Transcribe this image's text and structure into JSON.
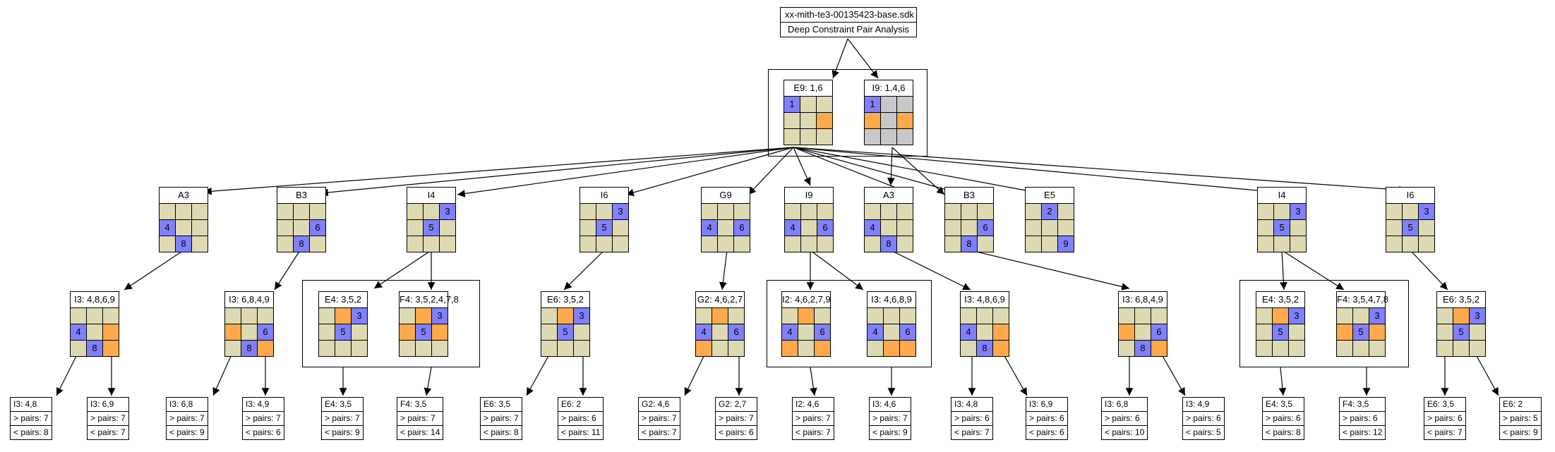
{
  "root": {
    "title": "xx-mith-te3-00135423-base.sdk",
    "subtitle": "Deep Constraint Pair Analysis"
  },
  "colors": {
    "empty": "#ddd9b2",
    "blue": "#8080ff",
    "orange": "#ffa94d",
    "gray": "#c8c8c8"
  },
  "nodes": {
    "e9": {
      "title": "E9: 1,6",
      "cells": [
        "b",
        "e",
        "e",
        "e",
        "e",
        "o",
        "e",
        "e",
        "e"
      ],
      "texts": [
        "1",
        "",
        "",
        "",
        "",
        "",
        "",
        "",
        ""
      ]
    },
    "i9t": {
      "title": "I9: 1,4,6",
      "cells": [
        "b",
        "g",
        "g",
        "o",
        "g",
        "o",
        "g",
        "g",
        "g"
      ],
      "texts": [
        "1",
        "",
        "",
        "",
        "",
        "",
        "",
        "",
        ""
      ]
    },
    "a3a": {
      "title": "A3",
      "cells": [
        "e",
        "e",
        "e",
        "b",
        "e",
        "e",
        "e",
        "b",
        "e"
      ],
      "texts": [
        "",
        "",
        "",
        "4",
        "",
        "",
        "",
        "8",
        ""
      ]
    },
    "b3a": {
      "title": "B3",
      "cells": [
        "e",
        "e",
        "e",
        "e",
        "e",
        "b",
        "e",
        "b",
        "e"
      ],
      "texts": [
        "",
        "",
        "",
        "",
        "",
        "6",
        "",
        "8",
        ""
      ]
    },
    "i4a": {
      "title": "I4",
      "cells": [
        "e",
        "e",
        "b",
        "e",
        "b",
        "e",
        "e",
        "e",
        "e"
      ],
      "texts": [
        "",
        "",
        "3",
        "",
        "5",
        "",
        "",
        "",
        ""
      ]
    },
    "i6a": {
      "title": "I6",
      "cells": [
        "e",
        "e",
        "b",
        "e",
        "b",
        "e",
        "e",
        "e",
        "e"
      ],
      "texts": [
        "",
        "",
        "3",
        "",
        "5",
        "",
        "",
        "",
        ""
      ]
    },
    "g9": {
      "title": "G9",
      "cells": [
        "e",
        "e",
        "e",
        "b",
        "e",
        "b",
        "e",
        "e",
        "e"
      ],
      "texts": [
        "",
        "",
        "",
        "4",
        "",
        "6",
        "",
        "",
        ""
      ]
    },
    "i9": {
      "title": "I9",
      "cells": [
        "e",
        "e",
        "e",
        "b",
        "e",
        "b",
        "e",
        "e",
        "e"
      ],
      "texts": [
        "",
        "",
        "",
        "4",
        "",
        "6",
        "",
        "",
        ""
      ]
    },
    "a3b": {
      "title": "A3",
      "cells": [
        "e",
        "e",
        "e",
        "b",
        "e",
        "e",
        "e",
        "b",
        "e"
      ],
      "texts": [
        "",
        "",
        "",
        "4",
        "",
        "",
        "",
        "8",
        ""
      ]
    },
    "b3b": {
      "title": "B3",
      "cells": [
        "e",
        "e",
        "e",
        "e",
        "e",
        "b",
        "e",
        "b",
        "e"
      ],
      "texts": [
        "",
        "",
        "",
        "",
        "",
        "6",
        "",
        "8",
        ""
      ]
    },
    "e5": {
      "title": "E5",
      "cells": [
        "e",
        "b",
        "e",
        "e",
        "e",
        "e",
        "e",
        "e",
        "b"
      ],
      "texts": [
        "",
        "2",
        "",
        "",
        "",
        "",
        "",
        "",
        "9"
      ]
    },
    "i4b": {
      "title": "I4",
      "cells": [
        "e",
        "e",
        "b",
        "e",
        "b",
        "e",
        "e",
        "e",
        "e"
      ],
      "texts": [
        "",
        "",
        "3",
        "",
        "5",
        "",
        "",
        "",
        ""
      ]
    },
    "i6b": {
      "title": "I6",
      "cells": [
        "e",
        "e",
        "b",
        "e",
        "b",
        "e",
        "e",
        "e",
        "e"
      ],
      "texts": [
        "",
        "",
        "3",
        "",
        "5",
        "",
        "",
        "",
        ""
      ]
    },
    "l1": {
      "title": "I3: 4,8,6,9",
      "cells": [
        "e",
        "e",
        "e",
        "b",
        "e",
        "o",
        "e",
        "b",
        "o"
      ],
      "texts": [
        "",
        "",
        "",
        "4",
        "",
        "",
        "",
        "8",
        ""
      ]
    },
    "l2": {
      "title": "I3: 6,8,4,9",
      "cells": [
        "e",
        "e",
        "e",
        "o",
        "e",
        "b",
        "e",
        "b",
        "o"
      ],
      "texts": [
        "",
        "",
        "",
        "",
        "",
        "6",
        "",
        "8",
        ""
      ]
    },
    "l3": {
      "title": "E4: 3,5,2",
      "cells": [
        "e",
        "o",
        "b",
        "e",
        "b",
        "e",
        "e",
        "e",
        "e"
      ],
      "texts": [
        "",
        "",
        "3",
        "",
        "5",
        "",
        "",
        "",
        ""
      ]
    },
    "l4": {
      "title": "F4: 3,5,2,4,7,8",
      "cells": [
        "e",
        "o",
        "b",
        "o",
        "b",
        "o",
        "e",
        "e",
        "e"
      ],
      "texts": [
        "",
        "",
        "3",
        "",
        "5",
        "",
        "",
        "",
        ""
      ]
    },
    "l5": {
      "title": "E6: 3,5,2",
      "cells": [
        "e",
        "o",
        "b",
        "e",
        "b",
        "e",
        "e",
        "e",
        "e"
      ],
      "texts": [
        "",
        "",
        "3",
        "",
        "5",
        "",
        "",
        "",
        ""
      ]
    },
    "l6": {
      "title": "G2: 4,6,2,7",
      "cells": [
        "e",
        "o",
        "e",
        "b",
        "e",
        "b",
        "o",
        "e",
        "e"
      ],
      "texts": [
        "",
        "",
        "",
        "4",
        "",
        "6",
        "",
        "",
        ""
      ]
    },
    "l7": {
      "title": "I2: 4,6,2,7,9",
      "cells": [
        "e",
        "o",
        "e",
        "b",
        "e",
        "b",
        "o",
        "e",
        "o"
      ],
      "texts": [
        "",
        "",
        "",
        "4",
        "",
        "6",
        "",
        "",
        ""
      ]
    },
    "l8": {
      "title": "I3: 4,6,8,9",
      "cells": [
        "e",
        "e",
        "e",
        "b",
        "e",
        "b",
        "e",
        "o",
        "o"
      ],
      "texts": [
        "",
        "",
        "",
        "4",
        "",
        "6",
        "",
        "",
        ""
      ]
    },
    "l9": {
      "title": "I3: 4,8,6,9",
      "cells": [
        "e",
        "e",
        "e",
        "b",
        "e",
        "o",
        "e",
        "b",
        "o"
      ],
      "texts": [
        "",
        "",
        "",
        "4",
        "",
        "",
        "",
        "8",
        ""
      ]
    },
    "l10": {
      "title": "I3: 6,8,4,9",
      "cells": [
        "e",
        "e",
        "e",
        "o",
        "e",
        "b",
        "e",
        "b",
        "o"
      ],
      "texts": [
        "",
        "",
        "",
        "",
        "",
        "6",
        "",
        "8",
        ""
      ]
    },
    "l11": {
      "title": "E4: 3,5,2",
      "cells": [
        "e",
        "o",
        "b",
        "e",
        "b",
        "e",
        "e",
        "e",
        "e"
      ],
      "texts": [
        "",
        "",
        "3",
        "",
        "5",
        "",
        "",
        "",
        ""
      ]
    },
    "l12": {
      "title": "F4: 3,5,4,7,8",
      "cells": [
        "e",
        "e",
        "b",
        "o",
        "b",
        "o",
        "e",
        "e",
        "e"
      ],
      "texts": [
        "",
        "",
        "3",
        "",
        "5",
        "",
        "",
        "",
        ""
      ]
    },
    "l13": {
      "title": "E6: 3,5,2",
      "cells": [
        "e",
        "o",
        "b",
        "e",
        "b",
        "e",
        "e",
        "e",
        "e"
      ],
      "texts": [
        "",
        "",
        "3",
        "",
        "5",
        "",
        "",
        "",
        ""
      ]
    }
  },
  "results": {
    "r1": {
      "title": "I3: 4,8",
      "more": "> pairs: 7",
      "less": "< pairs: 8"
    },
    "r2": {
      "title": "I3: 6,9",
      "more": "> pairs: 7",
      "less": "< pairs: 7"
    },
    "r3": {
      "title": "I3: 6,8",
      "more": "> pairs: 7",
      "less": "< pairs: 9"
    },
    "r4": {
      "title": "I3: 4,9",
      "more": "> pairs: 7",
      "less": "< pairs: 6"
    },
    "r5": {
      "title": "E4: 3,5",
      "more": "> pairs: 7",
      "less": "< pairs: 9"
    },
    "r6": {
      "title": "F4: 3,5",
      "more": "> pairs: 7",
      "less": "< pairs: 14"
    },
    "r7": {
      "title": "E6: 3,5",
      "more": "> pairs: 7",
      "less": "< pairs: 8"
    },
    "r8": {
      "title": "E6: 2",
      "more": "> pairs: 6",
      "less": "< pairs: 11"
    },
    "r9": {
      "title": "G2: 4,6",
      "more": "> pairs: 7",
      "less": "< pairs: 7"
    },
    "r10": {
      "title": "G2: 2,7",
      "more": "> pairs: 7",
      "less": "< pairs: 6"
    },
    "r11": {
      "title": "I2: 4,6",
      "more": "> pairs: 7",
      "less": "< pairs: 7"
    },
    "r12": {
      "title": "I3: 4,6",
      "more": "> pairs: 7",
      "less": "< pairs: 9"
    },
    "r13": {
      "title": "I3: 4,8",
      "more": "> pairs: 6",
      "less": "< pairs: 7"
    },
    "r14": {
      "title": "I3: 6,9",
      "more": "> pairs: 6",
      "less": "< pairs: 6"
    },
    "r15": {
      "title": "I3: 6,8",
      "more": "> pairs: 6",
      "less": "< pairs: 10"
    },
    "r16": {
      "title": "I3: 4,9",
      "more": "> pairs: 6",
      "less": "< pairs: 5"
    },
    "r17": {
      "title": "E4: 3,5",
      "more": "> pairs: 6",
      "less": "< pairs: 8"
    },
    "r18": {
      "title": "F4: 3,5",
      "more": "> pairs: 6",
      "less": "< pairs: 12"
    },
    "r19": {
      "title": "E6: 3,5",
      "more": "> pairs: 6",
      "less": "< pairs: 7"
    },
    "r20": {
      "title": "E6: 2",
      "more": "> pairs: 5",
      "less": "< pairs: 9"
    }
  }
}
